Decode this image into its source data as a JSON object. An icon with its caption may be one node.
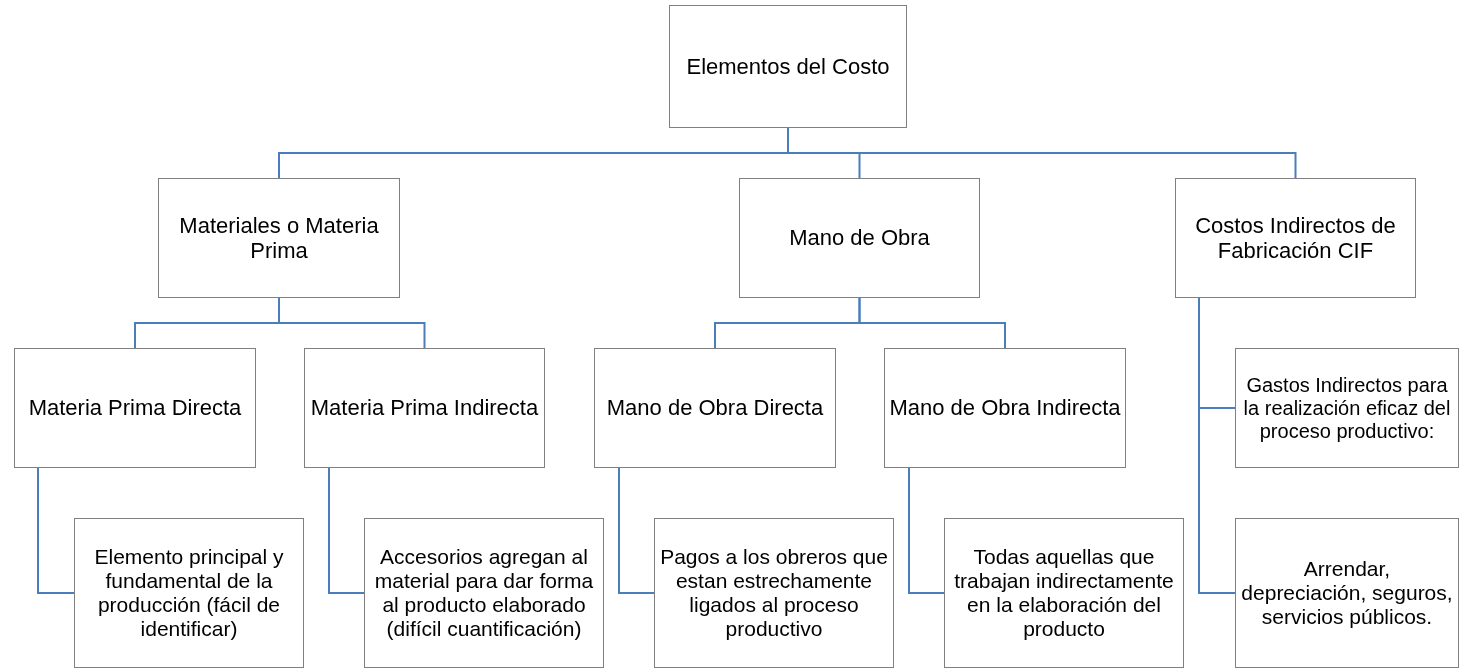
{
  "diagram": {
    "nodes": [
      {
        "text": [
          "Elementos del Costo"
        ]
      },
      {
        "text": [
          "Materiales o Materia Prima"
        ]
      },
      {
        "text": [
          "Mano de Obra"
        ]
      },
      {
        "text": [
          "Costos Indirectos de Fabricación CIF"
        ]
      },
      {
        "text": [
          "Materia Prima Directa"
        ]
      },
      {
        "text": [
          "Materia Prima Indirecta"
        ]
      },
      {
        "text": [
          "Mano de Obra Directa"
        ]
      },
      {
        "text": [
          "Mano de Obra Indirecta"
        ]
      },
      {
        "text": [
          "Gastos Indirectos para la realización eficaz del proceso productivo:"
        ]
      },
      {
        "text": [
          "Elemento principal y fundamental de la producción (fácil de identificar)"
        ]
      },
      {
        "text": [
          "Accesorios agregan al material para dar forma al producto elaborado (difícil cuantificación)"
        ]
      },
      {
        "text": [
          "Pagos a los obreros que estan estrechamente ligados al proceso productivo"
        ]
      },
      {
        "text": [
          "Todas aquellas que trabajan indirectamente en la elaboración del producto"
        ]
      },
      {
        "text": [
          "Arrendar, depreciación, seguros, servicios públicos."
        ]
      }
    ],
    "edges": [
      {
        "from": 0,
        "to": 1,
        "arrow": "none"
      },
      {
        "from": 0,
        "to": 2,
        "arrow": "none"
      },
      {
        "from": 0,
        "to": 3,
        "arrow": "none"
      },
      {
        "from": 1,
        "to": 4,
        "arrow": "none"
      },
      {
        "from": 1,
        "to": 5,
        "arrow": "none"
      },
      {
        "from": 2,
        "to": 6,
        "arrow": "none"
      },
      {
        "from": 2,
        "to": 7,
        "arrow": "none"
      },
      {
        "from": 3,
        "to": 8,
        "arrow": "none"
      },
      {
        "from": 3,
        "to": 13,
        "arrow": "none"
      },
      {
        "from": 4,
        "to": 9,
        "arrow": "none"
      },
      {
        "from": 5,
        "to": 10,
        "arrow": "none"
      },
      {
        "from": 6,
        "to": 11,
        "arrow": "none"
      },
      {
        "from": 7,
        "to": 12,
        "arrow": "none"
      }
    ]
  }
}
